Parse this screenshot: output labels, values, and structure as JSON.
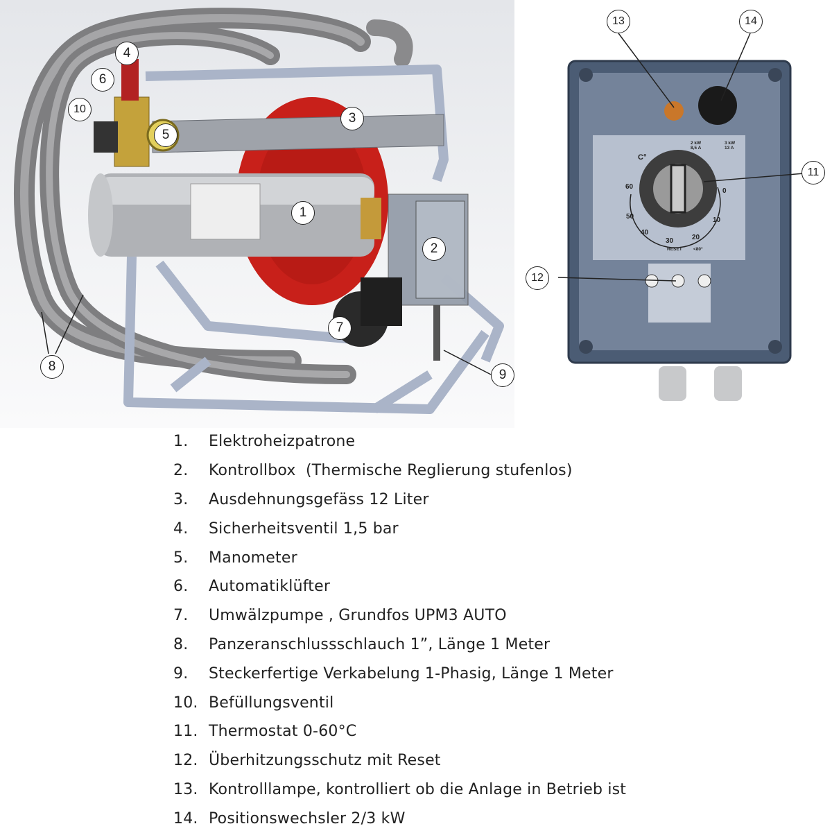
{
  "figure": {
    "left_diagram": {
      "title": "heating-unit-assembly",
      "callouts": [
        "1",
        "2",
        "3",
        "4",
        "5",
        "6",
        "7",
        "8",
        "9",
        "10"
      ]
    },
    "control_box": {
      "callouts": [
        "11",
        "12",
        "13",
        "14"
      ],
      "dial": {
        "unit_label": "C°",
        "scale_labels": [
          "60",
          "50",
          "40",
          "30",
          "20",
          "10",
          "0"
        ],
        "power_switch_left": "2 kW\n8,5 A",
        "power_switch_right": "3 kW\n13 A",
        "power_switch_left_line1": "2 kW",
        "power_switch_left_line2": "8,5 A",
        "power_switch_right_line1": "3 kW",
        "power_switch_right_line2": "13 A",
        "reset_label": "RESET",
        "overheat_label": "<80°"
      }
    }
  },
  "legend": [
    {
      "num": "1.",
      "text": "Elektroheizpatrone"
    },
    {
      "num": "2.",
      "text": "Kontrollbox  (Thermische Reglierung stufenlos)"
    },
    {
      "num": "3.",
      "text": "Ausdehnungsgefäss 12 Liter"
    },
    {
      "num": "4.",
      "text": "Sicherheitsventil 1,5 bar"
    },
    {
      "num": "5.",
      "text": "Manometer"
    },
    {
      "num": "6.",
      "text": "Automatiklüfter"
    },
    {
      "num": "7.",
      "text": "Umwälzpumpe , Grundfos UPM3 AUTO"
    },
    {
      "num": "8.",
      "text": "Panzeranschlussschlauch 1”, Länge 1 Meter"
    },
    {
      "num": "9.",
      "text": "Steckerfertige Verkabelung 1-Phasig, Länge 1 Meter"
    },
    {
      "num": "10.",
      "text": "Befüllungsventil"
    },
    {
      "num": "11.",
      "text": "Thermostat 0-60°C"
    },
    {
      "num": "12.",
      "text": "Überhitzungsschutz mit Reset"
    },
    {
      "num": "13.",
      "text": "Kontrolllampe, kontrolliert ob die Anlage in Betrieb ist"
    },
    {
      "num": "14.",
      "text": "Positionswechsler 2/3 kW"
    }
  ],
  "colors": {
    "tank_red": "#c8201a",
    "frame_blue_gray": "#aab4c8",
    "hose_gray": "#8a8a8a",
    "box_body": "#4a5a72",
    "lamp_orange": "#c9772a"
  }
}
